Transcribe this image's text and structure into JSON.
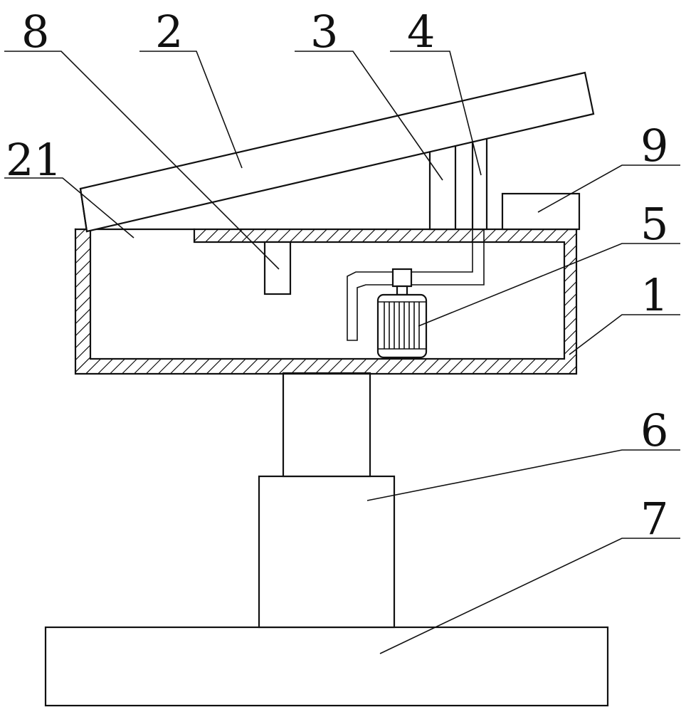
{
  "labels": {
    "l1": "1",
    "l2": "2",
    "l3": "3",
    "l4": "4",
    "l5": "5",
    "l6": "6",
    "l7": "7",
    "l8": "8",
    "l9": "9",
    "l21": "21"
  }
}
